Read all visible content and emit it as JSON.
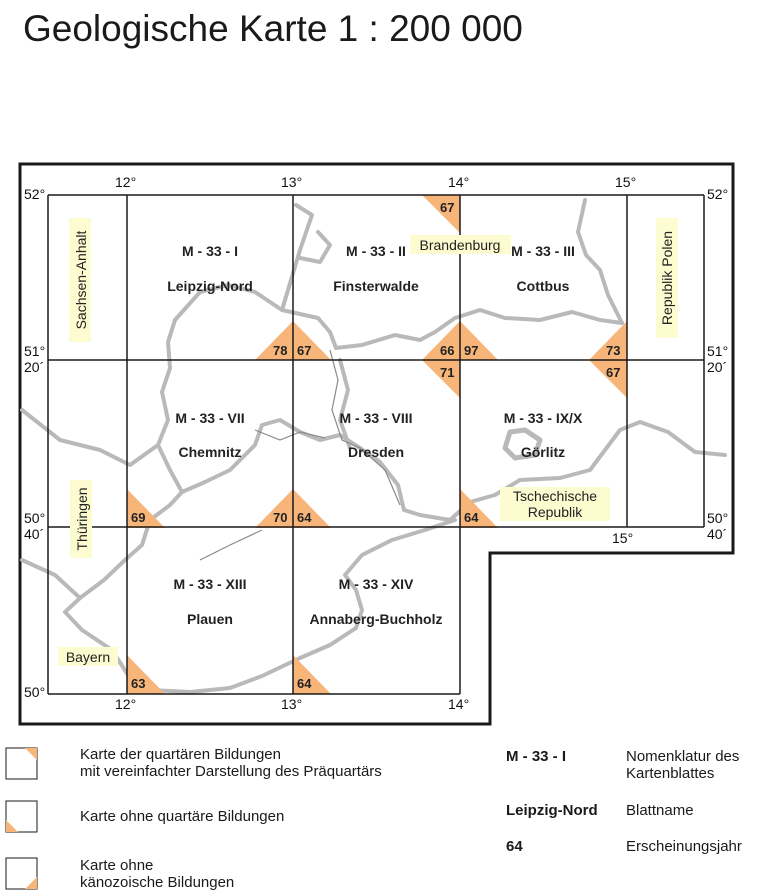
{
  "title": "Geologische Karte 1 : 200 000",
  "colors": {
    "accent": "#f7b57a",
    "border": "#1a1a1a",
    "boundary": "#b9b9b9",
    "label_bg": "#fdfbd0"
  },
  "longitudes": {
    "top": [
      "12°",
      "13°",
      "14°",
      "15°"
    ],
    "bottom": [
      "12°",
      "13°",
      "14°"
    ],
    "right_15": "15°"
  },
  "latitudes": {
    "l52": "52°",
    "l51": "51°",
    "l51m": "20´",
    "l50": "50°",
    "l50m": "40´",
    "l50b": "50°"
  },
  "sheets": [
    {
      "code": "M - 33 - I",
      "name": "Leipzig-Nord"
    },
    {
      "code": "M - 33 - II",
      "name": "Finsterwalde"
    },
    {
      "code": "M - 33 - III",
      "name": "Cottbus"
    },
    {
      "code": "M - 33 - VII",
      "name": "Chemnitz"
    },
    {
      "code": "M - 33 - VIII",
      "name": "Dresden"
    },
    {
      "code": "M - 33 - IX/X",
      "name": "Görlitz"
    },
    {
      "code": "M - 33 - XIII",
      "name": "Plauen"
    },
    {
      "code": "M - 33 - XIV",
      "name": "Annaberg-Buchholz"
    }
  ],
  "years": {
    "y67_top": "67",
    "y78": "78",
    "y67_ii": "67",
    "y66": "66",
    "y97": "97",
    "y73": "73",
    "y71": "71",
    "y67_r": "67",
    "y69": "69",
    "y70": "70",
    "y64_viii": "64",
    "y64_ix": "64",
    "y63": "63",
    "y64_xiv": "64"
  },
  "regions": {
    "sachsen_anhalt": "Sachsen-Anhalt",
    "brandenburg": "Brandenburg",
    "polen": "Republik Polen",
    "thueringen": "Thüringen",
    "tschechien_1": "Tschechische",
    "tschechien_2": "Republik",
    "bayern": "Bayern"
  },
  "legend": {
    "item1_line1": "Karte der quartären Bildungen",
    "item1_line2": "mit vereinfachter Darstellung des Präquartärs",
    "item2": "Karte ohne quartäre Bildungen",
    "item3_line1": "Karte ohne",
    "item3_line2": "känozoische Bildungen",
    "key_code": "M - 33 - I",
    "key_code_desc_1": "Nomenklatur des",
    "key_code_desc_2": "Kartenblattes",
    "key_name": "Leipzig-Nord",
    "key_name_desc": "Blattname",
    "key_year": "64",
    "key_year_desc": "Erscheinungsjahr"
  }
}
